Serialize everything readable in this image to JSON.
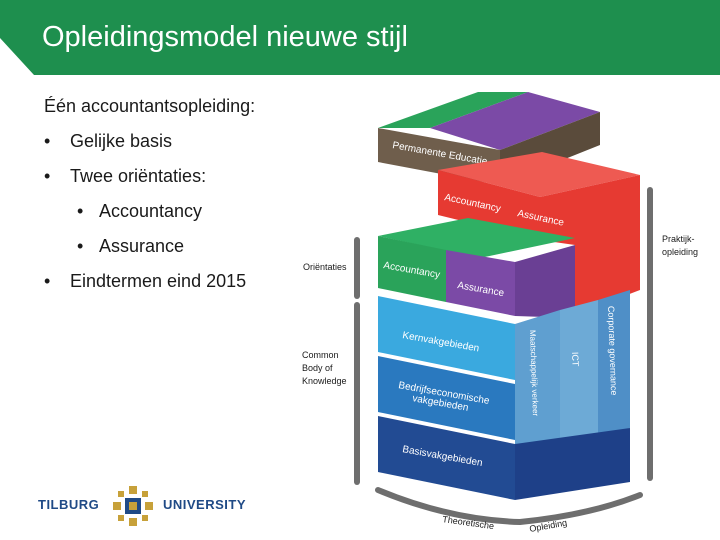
{
  "title": "Opleidingsmodel nieuwe stijl",
  "intro": "Één accountantsopleiding:",
  "bullets": {
    "b1": "Gelijke basis",
    "b2": "Twee oriëntaties:",
    "b2a": "Accountancy",
    "b2b": "Assurance",
    "b3": "Eindtermen eind 2015"
  },
  "bullet_glyph": "•",
  "diagram": {
    "layers": {
      "permanente_educatie": "Permanente Educatie",
      "pe_accountancy": "Accountancy",
      "pe_assurance": "Assurance",
      "accountancy": "Accountancy",
      "assurance": "Assurance",
      "kernvakgebieden": "Kernvakgebieden",
      "bedrijfseconomische_1": "Bedrijfseconomische",
      "bedrijfseconomische_2": "vakgebieden",
      "basisvakgebieden": "Basisvakgebieden",
      "maatschappelijk": "Maatschappelijk verkeer",
      "ict": "ICT",
      "corporate_governance": "Corporate governance"
    },
    "side_labels": {
      "orientaties": "Oriëntaties",
      "cbk_1": "Common",
      "cbk_2": "Body of",
      "cbk_3": "Knowledge",
      "praktijk_1": "Praktijk-",
      "praktijk_2": "opleiding",
      "theoretische": "Theoretische",
      "opleiding": "Opleiding"
    },
    "colors": {
      "green": "#2aa35a",
      "purple": "#7b4aa6",
      "red": "#e63a32",
      "light_blue": "#3aa9df",
      "mid_blue": "#2a79bf",
      "dark_blue": "#224b93",
      "brown": "#6f5e4c",
      "gray": "#6e6e6e"
    }
  },
  "logo": {
    "left": "TILBURG",
    "right": "UNIVERSITY",
    "colors": {
      "blue": "#1f4a86",
      "gold": "#c7a13a"
    }
  }
}
